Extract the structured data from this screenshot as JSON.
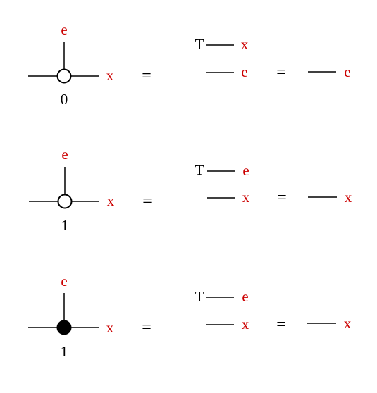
{
  "colors": {
    "label": "#cc0000",
    "ink": "#000000"
  },
  "rows": [
    {
      "node_fill": "hollow",
      "top_label": "e",
      "right_label": "x",
      "node_label": "0",
      "equals_1": "=",
      "middle_top_prefix": "T",
      "middle_top_label": "x",
      "middle_bottom_label": "e",
      "equals_2": "=",
      "result_label": "e"
    },
    {
      "node_fill": "hollow",
      "top_label": "e",
      "right_label": "x",
      "node_label": "1",
      "equals_1": "=",
      "middle_top_prefix": "T",
      "middle_top_label": "e",
      "middle_bottom_label": "x",
      "equals_2": "=",
      "result_label": "x"
    },
    {
      "node_fill": "filled",
      "top_label": "e",
      "right_label": "x",
      "node_label": "1",
      "equals_1": "=",
      "middle_top_prefix": "T",
      "middle_top_label": "e",
      "middle_bottom_label": "x",
      "equals_2": "=",
      "result_label": "x"
    }
  ]
}
